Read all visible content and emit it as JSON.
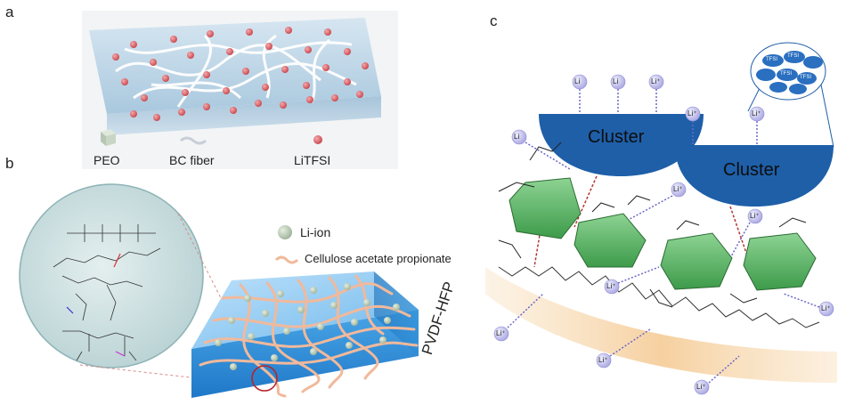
{
  "panels": {
    "a": {
      "label": "a",
      "legend": {
        "peo": "PEO",
        "bc_fiber": "BC fiber",
        "litfsi": "LiTFSI"
      }
    },
    "b": {
      "label": "b",
      "legend": {
        "li_ion": "Li-ion",
        "cap": "Cellulose acetate propionate"
      },
      "block_label": "PVDF-HFP"
    },
    "c": {
      "label": "c",
      "cluster_left": "Cluster",
      "cluster_right": "Cluster",
      "li_label": "Li",
      "li_plus_label": "Li⁺",
      "tfsi_label": "TFSI"
    }
  },
  "colors": {
    "membrane_a": "#b9d3e6",
    "litfsi": "#d9585e",
    "cluster": "#1e5fa8",
    "sugar_ring": "#4fae5b",
    "polymer_band": "#f4c88f",
    "li_ion_sphere": "#c9c8f0",
    "pvdf_block": "#2f8fd6",
    "cap_fiber": "#f1b99b"
  }
}
